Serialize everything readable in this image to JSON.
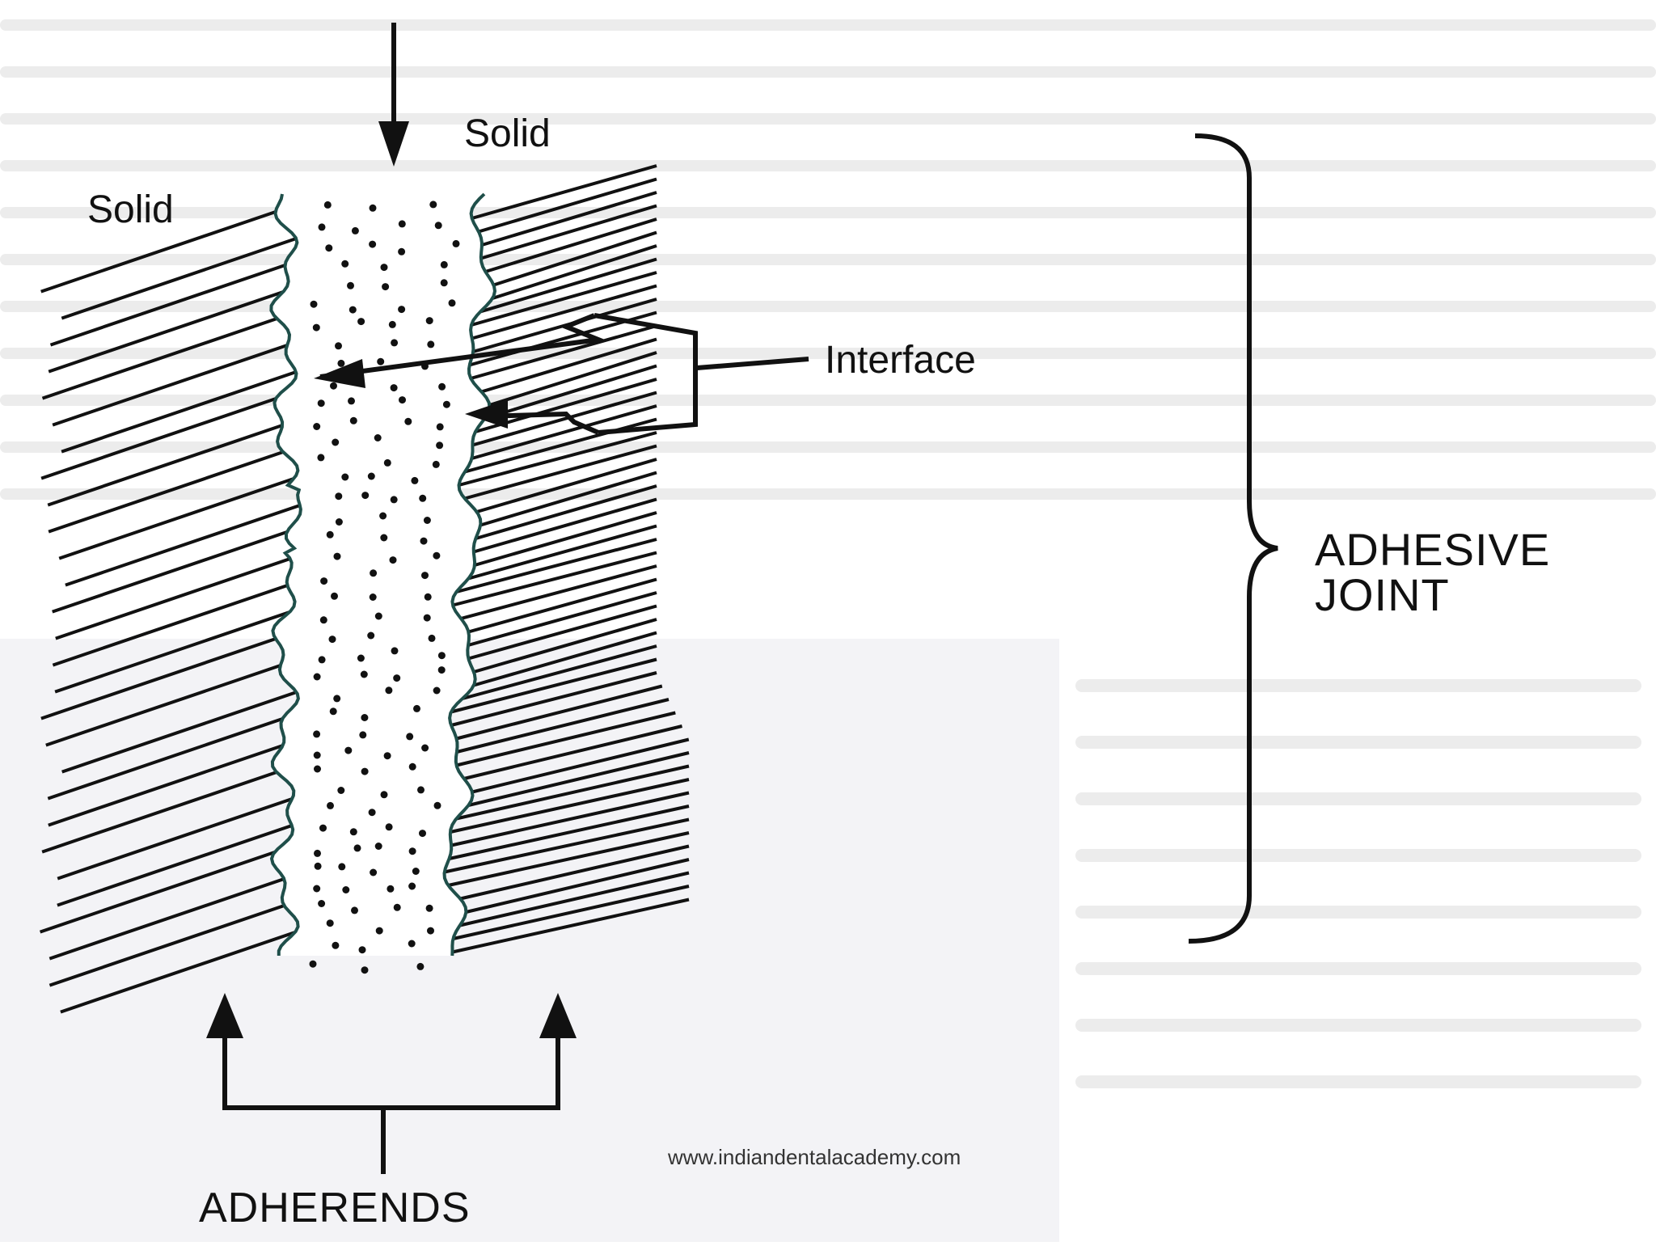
{
  "diagram": {
    "labels": {
      "solid_top": "Solid",
      "solid_left": "Solid",
      "interface": "Interface",
      "adhesive_joint_line1": "ADHESIVE",
      "adhesive_joint_line2": "JOINT",
      "adherends": "ADHERENDS"
    },
    "watermark": "www.indiandentalacademy.com",
    "colors": {
      "ink": "#111111",
      "interface_line": "#1f4f4a",
      "background": "#ffffff",
      "ghost_text": "#d9d9d9",
      "ghost_panel": "#f1f1f4"
    }
  }
}
